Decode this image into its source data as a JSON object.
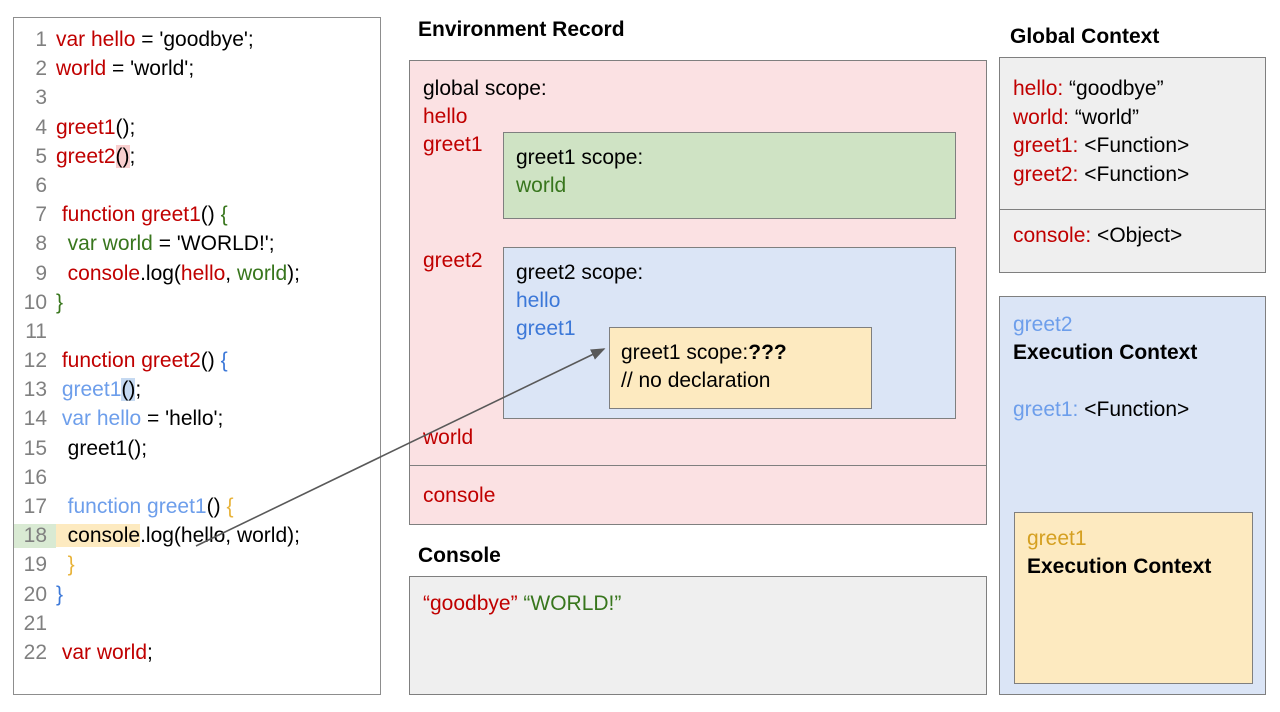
{
  "code_panel": {
    "lines": [
      {
        "number": "1",
        "tokens": [
          {
            "t": "var hello",
            "c": "red"
          },
          {
            "t": " = 'goodbye';",
            "c": "black"
          }
        ]
      },
      {
        "number": "2",
        "tokens": [
          {
            "t": "world",
            "c": "red"
          },
          {
            "t": " = 'world';",
            "c": "black"
          }
        ]
      },
      {
        "number": "3",
        "tokens": []
      },
      {
        "number": "4",
        "tokens": [
          {
            "t": "greet1",
            "c": "red"
          },
          {
            "t": "();",
            "c": "black"
          }
        ]
      },
      {
        "number": "5",
        "tokens": [
          {
            "t": "greet2",
            "c": "red"
          },
          {
            "t": "()",
            "c": "black",
            "hl": "pink"
          },
          {
            "t": ";",
            "c": "black"
          }
        ]
      },
      {
        "number": "6",
        "tokens": []
      },
      {
        "number": "7",
        "tokens": [
          {
            "t": " function greet1",
            "c": "red"
          },
          {
            "t": "() ",
            "c": "black"
          },
          {
            "t": "{",
            "c": "green"
          }
        ]
      },
      {
        "number": "8",
        "tokens": [
          {
            "t": "  var world",
            "c": "green"
          },
          {
            "t": " = 'WORLD!';",
            "c": "black"
          }
        ]
      },
      {
        "number": "9",
        "tokens": [
          {
            "t": "  console",
            "c": "red"
          },
          {
            "t": ".log(",
            "c": "black"
          },
          {
            "t": "hello",
            "c": "red"
          },
          {
            "t": ", ",
            "c": "black"
          },
          {
            "t": "world",
            "c": "green"
          },
          {
            "t": ");",
            "c": "black"
          }
        ]
      },
      {
        "number": "10",
        "tokens": [
          {
            "t": "}",
            "c": "green"
          }
        ]
      },
      {
        "number": "11",
        "tokens": []
      },
      {
        "number": "12",
        "tokens": [
          {
            "t": " function greet2",
            "c": "red"
          },
          {
            "t": "() ",
            "c": "black"
          },
          {
            "t": "{",
            "c": "blue-d"
          }
        ]
      },
      {
        "number": "13",
        "tokens": [
          {
            "t": " greet1",
            "c": "blue"
          },
          {
            "t": "()",
            "c": "black",
            "hl": "blue"
          },
          {
            "t": ";",
            "c": "black"
          }
        ]
      },
      {
        "number": "14",
        "tokens": [
          {
            "t": " var hello",
            "c": "blue"
          },
          {
            "t": " = 'hello';",
            "c": "black"
          }
        ]
      },
      {
        "number": "15",
        "tokens": [
          {
            "t": "  greet1();",
            "c": "black"
          }
        ]
      },
      {
        "number": "16",
        "tokens": []
      },
      {
        "number": "17",
        "tokens": [
          {
            "t": "  function greet1",
            "c": "blue"
          },
          {
            "t": "() ",
            "c": "black"
          },
          {
            "t": "{",
            "c": "gold"
          }
        ]
      },
      {
        "number": "18",
        "tokens": [
          {
            "t": "  console",
            "c": "black",
            "hl": "yellow"
          },
          {
            "t": ".log(hello, world);",
            "c": "black"
          }
        ],
        "line_highlight": true
      },
      {
        "number": "19",
        "tokens": [
          {
            "t": "  }",
            "c": "gold"
          }
        ]
      },
      {
        "number": "20",
        "tokens": [
          {
            "t": "}",
            "c": "blue-d"
          }
        ]
      },
      {
        "number": "21",
        "tokens": []
      },
      {
        "number": "22",
        "tokens": [
          {
            "t": " var world",
            "c": "red"
          },
          {
            "t": ";",
            "c": "black"
          }
        ]
      }
    ]
  },
  "environment_record": {
    "title": "Environment Record",
    "global_scope_label": "global scope:",
    "vars": {
      "hello": "hello",
      "greet1": "greet1",
      "greet2": "greet2",
      "world": "world",
      "console": "console"
    },
    "greet1_scope": {
      "title": "greet1 scope:",
      "vars": [
        "world"
      ]
    },
    "greet2_scope": {
      "title": "greet2 scope:",
      "vars": [
        "hello",
        "greet1"
      ]
    },
    "greet1_inner_scope": {
      "title": "greet1 scope:",
      "unknown": "???",
      "comment": "// no declaration"
    }
  },
  "console_panel": {
    "title": "Console",
    "output": [
      {
        "text": "“goodbye”",
        "color": "#c00000"
      },
      {
        "text": "“WORLD!”",
        "color": "#38761d"
      }
    ]
  },
  "global_context": {
    "title": "Global Context",
    "entries": [
      {
        "key": "hello",
        "value": " “goodbye”"
      },
      {
        "key": "world",
        "value": " “world”"
      },
      {
        "key": "greet1",
        "value": " <Function>"
      },
      {
        "key": "greet2",
        "value": " <Function>"
      }
    ],
    "console_entry": {
      "key": "console",
      "value": " <Object>"
    }
  },
  "greet2_execution_context": {
    "name": "greet2",
    "heading": "Execution Context",
    "entry": {
      "key": "greet1",
      "value": " <Function>"
    }
  },
  "greet1_execution_context": {
    "name": "greet1",
    "heading": "Execution Context"
  },
  "colors": {
    "red": "#c00000",
    "green": "#38761d",
    "blue": "#6d9eeb",
    "blue_dark": "#3c78d8",
    "gold": "#d5a021",
    "pink_bg": "#fbe1e3",
    "green_bg": "#cfe3c4",
    "blue_bg": "#dbe5f6",
    "yellow_bg": "#fdeac0",
    "grey_bg": "#efefef",
    "border": "#7f7f7f"
  },
  "annotation_arrow": {
    "from_label": "console (line 18)",
    "to_label": "greet1 scope ??? box"
  }
}
